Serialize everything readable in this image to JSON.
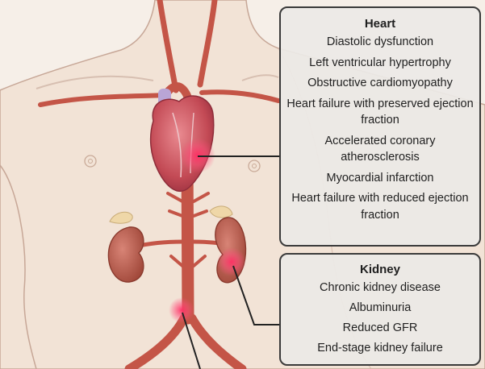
{
  "palette": {
    "background": "#f6efe8",
    "skin": "#f2e3d6",
    "outline": "#c7a797",
    "artery": "#c45547",
    "heart": "#c34a55",
    "kidney": "#b65a4c",
    "highlight": "#ff2f64",
    "leader_line": "#222222",
    "callout_fill": "#ecebe7",
    "callout_border": "#3a3a3a"
  },
  "heart_panel": {
    "title": "Heart",
    "items": [
      "Diastolic dysfunction",
      "Left ventricular hypertrophy",
      "Obstructive cardiomyopathy",
      "Heart failure with preserved ejection fraction",
      "Accelerated coronary atherosclerosis",
      "Myocardial infarction",
      "Heart failure with reduced ejection fraction"
    ]
  },
  "kidney_panel": {
    "title": "Kidney",
    "items": [
      "Chronic kidney disease",
      "Albuminuria",
      "Reduced GFR",
      "End-stage kidney failure"
    ]
  }
}
